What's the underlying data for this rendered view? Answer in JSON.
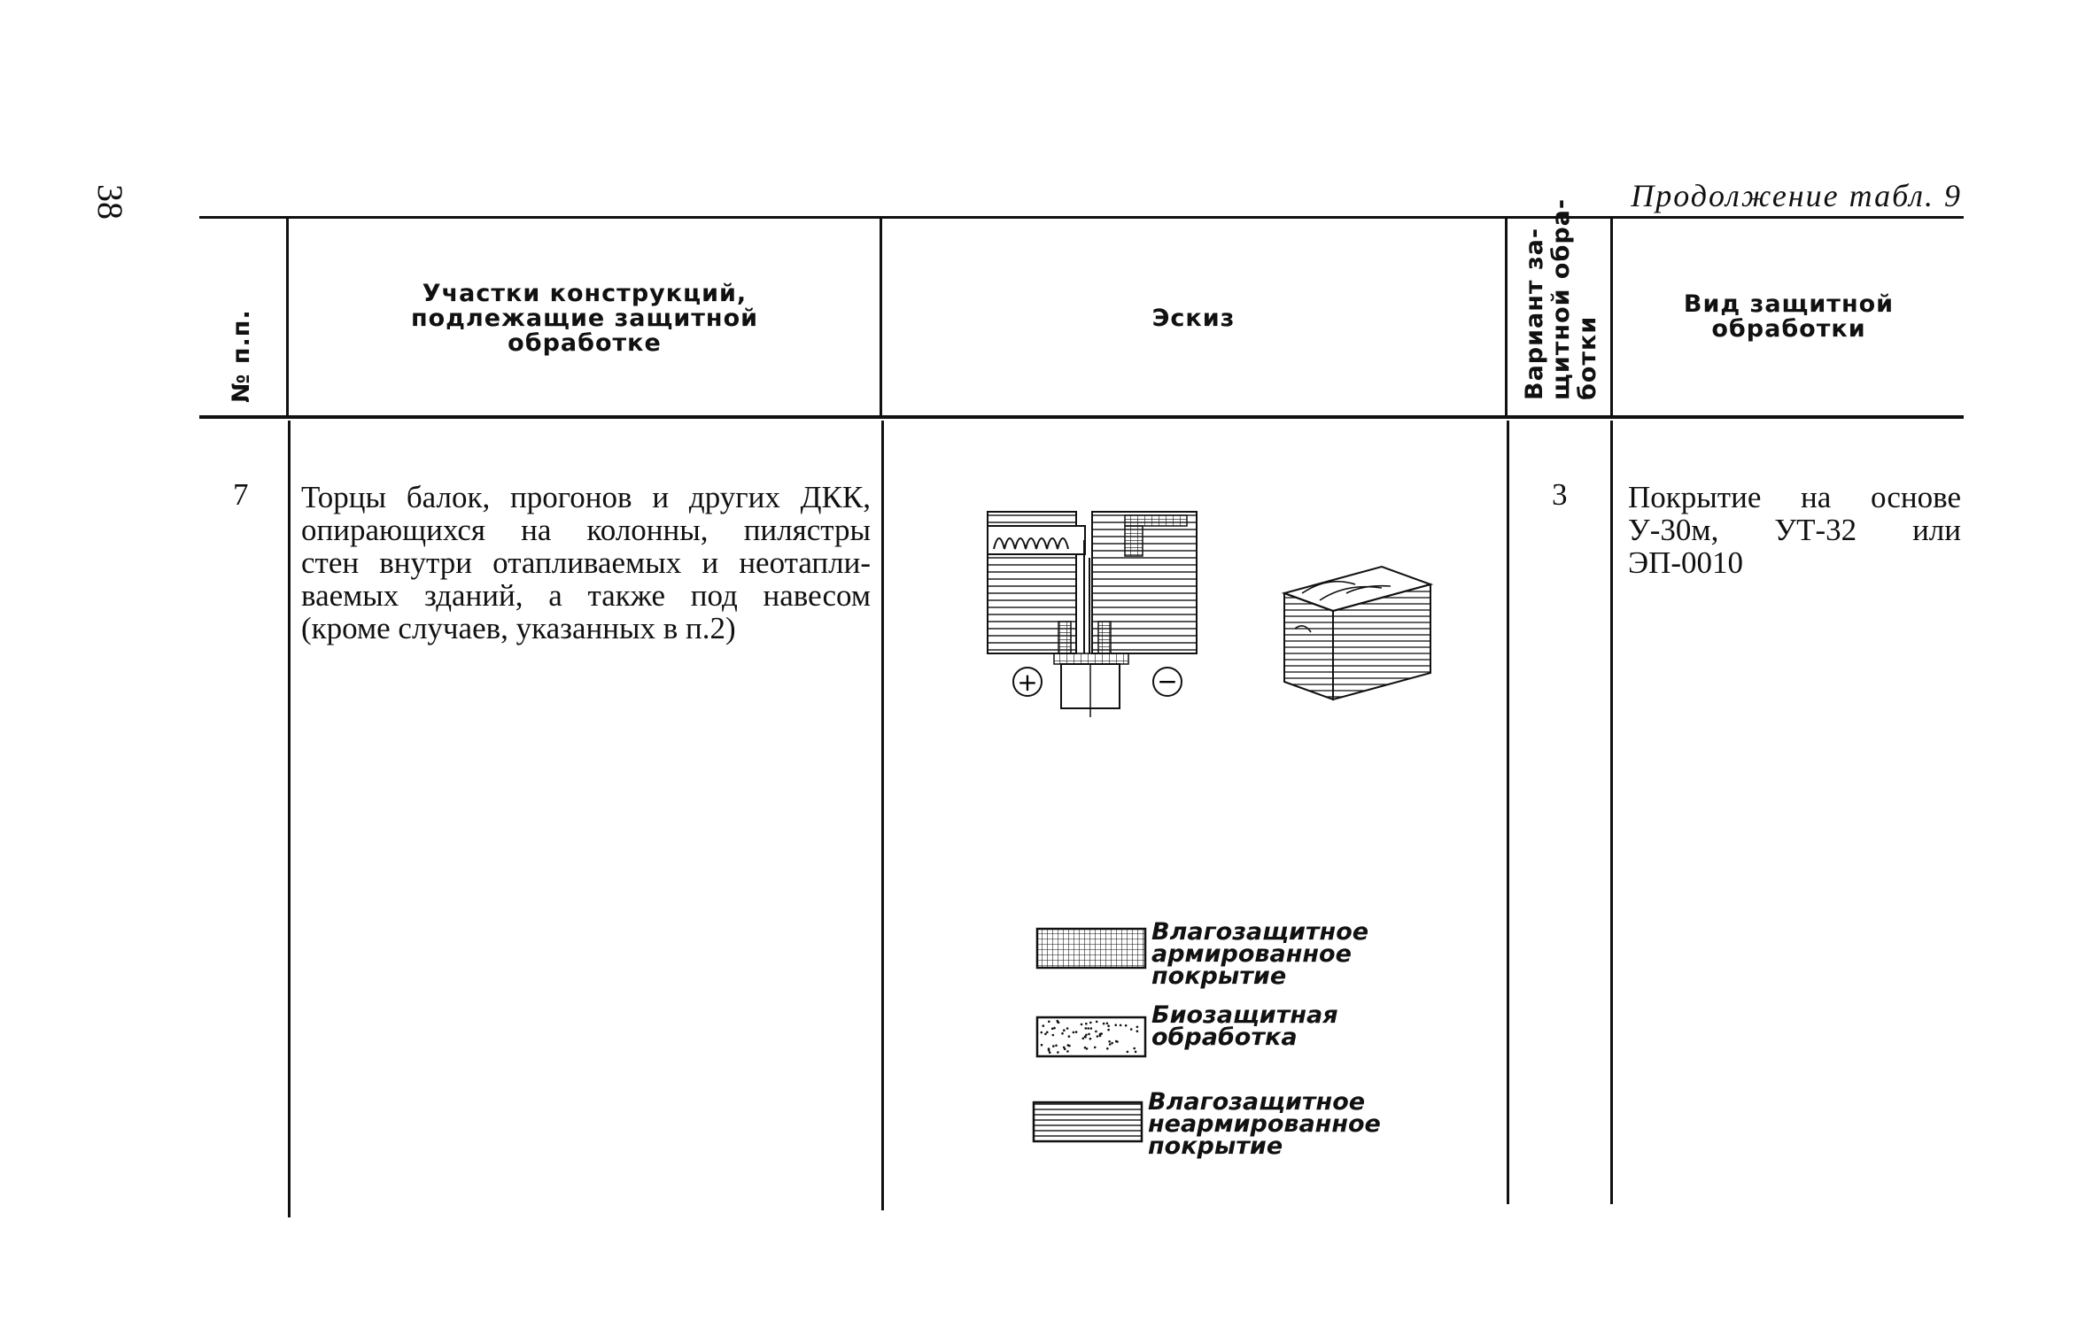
{
  "page": {
    "number": "38",
    "continuation": "Продолжение табл. 9"
  },
  "table": {
    "headers": {
      "num": "№ п.п.",
      "sections": [
        "Участки конструкций,",
        "подлежащие защитной",
        "обработке"
      ],
      "sketch": "Эскиз",
      "variant": [
        "Вариант за-",
        "щитной обра-",
        "ботки"
      ],
      "treatment": [
        "Вид защитной",
        "обработки"
      ]
    },
    "rows": [
      {
        "num": "7",
        "sections": [
          "Торцы балок, прогонов и других ДКК,",
          "опирающихся на колонны, пилястры",
          "стен внутри отапливаемых и неотапли-",
          "ваемых зданий, а также под навесом",
          "(кроме случаев, указанных в п.2)"
        ],
        "variant": "3",
        "treatment": [
          "Покрытие на основе",
          "У-30м, УТ-32 или",
          "ЭП-0010"
        ]
      }
    ]
  },
  "sketch": {
    "plus_symbol": "+",
    "minus_symbol": "−"
  },
  "legend": [
    {
      "lines": [
        "Влагозащитное",
        "армированное",
        "покрытие"
      ],
      "pattern": "grid-hatch"
    },
    {
      "lines": [
        "Биозащитная",
        "обработка"
      ],
      "pattern": "dots"
    },
    {
      "lines": [
        "Влагозащитное",
        "неармированное",
        "покрытие"
      ],
      "pattern": "horizontal-lines"
    }
  ]
}
